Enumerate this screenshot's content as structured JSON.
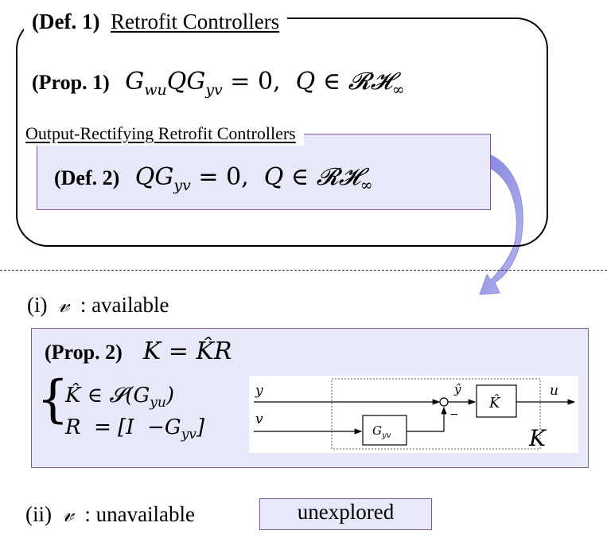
{
  "retrofit": {
    "def1_tag": "(Def. 1)",
    "def1_title": "Retrofit Controllers",
    "prop1_tag": "(Prop. 1)",
    "prop1_formula": "G_{wu} Q G_{yv} = 0,  Q ∈ RH∞",
    "prop1_sym": {
      "G": "G",
      "wu": "wu",
      "Q": "Q",
      "yv": "yv",
      "eq": "= 0,",
      "in": "∈",
      "RH": "𝓡𝓗",
      "inf": "∞"
    }
  },
  "output_rectifying": {
    "title": "Output-Rectifying Retrofit Controllers",
    "def2_tag": "(Def. 2)",
    "def2_formula": "Q G_{yv} = 0,  Q ∈ RH∞",
    "def2_sym": {
      "Q": "Q",
      "G": "G",
      "yv": "yv",
      "eq": "= 0,",
      "in": "∈",
      "RH": "𝓡𝓗",
      "inf": "∞"
    }
  },
  "case1": {
    "label": "(i)",
    "symbol": "𝓋",
    "status": ": available",
    "prop2_tag": "(Prop. 2)",
    "prop2_formula": "K = K̂R",
    "prop2_sym": {
      "K": "K",
      "eq": "=",
      "Khat": "K̂",
      "R": "R"
    },
    "brace": "{",
    "line_k": {
      "lhs": "K̂",
      "rel": "∈",
      "S": "𝓢",
      "arg": "(G",
      "sub": "yu",
      "close": ")"
    },
    "line_r": {
      "lhs": "R",
      "rel": "=",
      "open": "[I",
      "minus": "−",
      "G": "G",
      "sub": "yv",
      "close": "]"
    }
  },
  "block_diagram": {
    "y": "y",
    "v": "v",
    "yhat": "ŷ",
    "u": "u",
    "minus": "−",
    "khat": "K̂",
    "gyv_G": "G",
    "gyv_sub": "yv",
    "K": "K"
  },
  "case2": {
    "label": "(ii)",
    "symbol": "𝓋",
    "status": ": unavailable",
    "result": "unexplored"
  },
  "colors": {
    "box_fill": "#e8e8fb",
    "box_border": "#7a5fa5",
    "arrow": "#9a9ae6"
  }
}
